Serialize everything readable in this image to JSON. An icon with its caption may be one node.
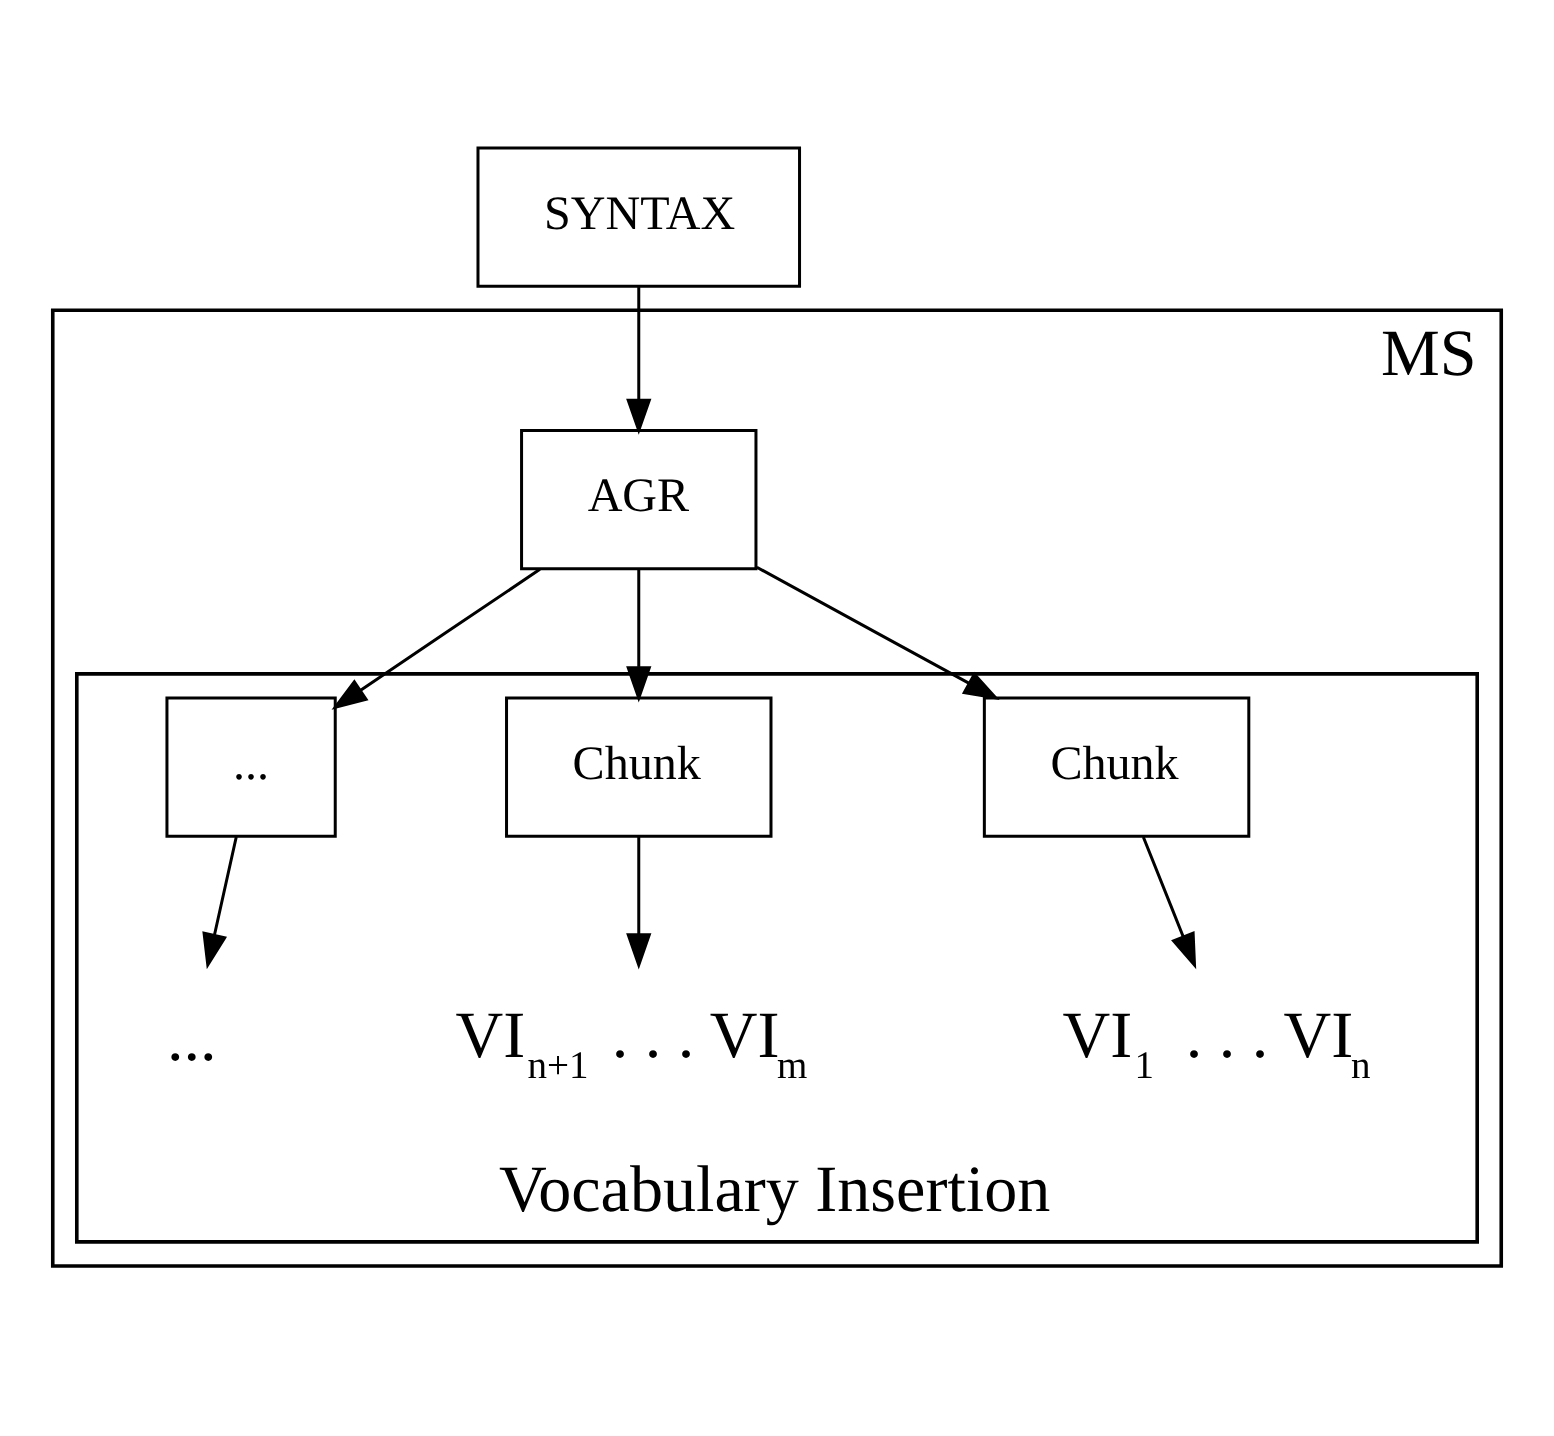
{
  "diagram": {
    "nodes": [
      {
        "text": [
          "SYNTAX"
        ]
      },
      {
        "text": [
          "MS"
        ]
      },
      {
        "text": [
          "AGR"
        ],
        "in": 1
      },
      {
        "text": [
          "Vocabulary Insertion"
        ],
        "in": 1
      },
      {
        "text": [
          "Chunk"
        ],
        "in": 3
      },
      {
        "text": [
          "Chunk"
        ],
        "in": 3
      },
      {
        "text": [
          "..."
        ],
        "in": 3
      },
      {
        "text": [
          "VI$_{1}$ . . . VI$_{n}$"
        ],
        "in": 3
      },
      {
        "text": [
          "VI$_{n+1}$ . . . VI$_{m}$"
        ],
        "in": 3
      },
      {
        "text": [
          "..."
        ],
        "in": 3
      }
    ],
    "edges": [
      {
        "from": 0,
        "to": 2,
        "arrow": "to"
      },
      {
        "from": 2,
        "to": 4,
        "arrow": "to"
      },
      {
        "from": 2,
        "to": 5,
        "arrow": "to"
      },
      {
        "from": 2,
        "to": 6,
        "arrow": "to"
      },
      {
        "from": 4,
        "to": 7,
        "arrow": "to"
      },
      {
        "from": 5,
        "to": 8,
        "arrow": "to"
      },
      {
        "from": 6,
        "to": 9,
        "arrow": "to"
      }
    ]
  }
}
